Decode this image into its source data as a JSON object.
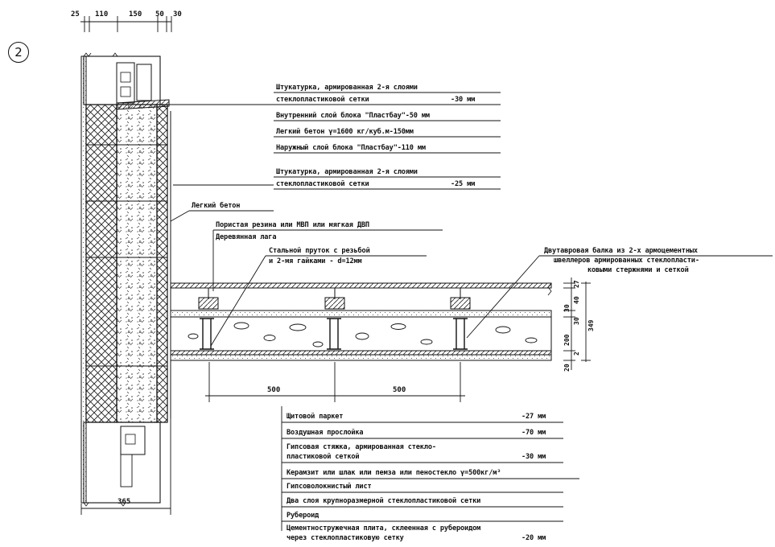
{
  "detail_number": "2",
  "top_dims": [
    "25",
    "110",
    "150",
    "50",
    "30"
  ],
  "wall_width": "365",
  "span_dims": [
    "500",
    "500"
  ],
  "right_dims": [
    "27",
    "40",
    "30",
    "30",
    "200",
    "2",
    "20",
    "349"
  ],
  "wall_layers": [
    {
      "name": "Штукатурка, армированная 2-я слоями",
      "cont": "стеклопластиковой сетки",
      "value": "-30 мм"
    },
    {
      "name": "Внутренний слой блока \"Пластбау\"-50 мм"
    },
    {
      "name": "Легкий бетон γ=1600 кг/куб.м-150мм"
    },
    {
      "name": "Наружный слой блока \"Пластбау\"-110 мм"
    },
    {
      "name": "Штукатурка, армированная 2-я слоями",
      "cont": "стеклопластиковой сетки",
      "value": "-25 мм"
    }
  ],
  "labels": {
    "light_concrete": "Легкий бетон",
    "rubber": "Пористая резина или МВП или мягкая ДВП",
    "lag": "Деревянная лага",
    "rod_1": "Стальной пруток с резьбой",
    "rod_2": "и 2-мя гайками - d=12мм",
    "beam_1": "Двутавровая балка из 2-х армоцементных",
    "beam_2": "швеллеров армированных стеклопласти-",
    "beam_3": "ковыми стержнями и сеткой"
  },
  "floor_layers": [
    {
      "name": "Щитовой паркет",
      "value": "-27 мм"
    },
    {
      "name": "Воздушная прослойка",
      "value": "-70 мм"
    },
    {
      "name": "Гипсовая стяжка, армированная стекло-",
      "cont": "пластиковой сеткой",
      "value": "-30 мм"
    },
    {
      "name": "Керамзит или шлак или пемза или пеностекло γ=500кг/м³"
    },
    {
      "name": "Гипсоволокнистый лист"
    },
    {
      "name": "Два слоя крупноразмерной стеклопластиковой сетки"
    },
    {
      "name": "Рубероид"
    },
    {
      "name": "Цементностружечная плита, склеенная с рубероидом",
      "cont": "через стеклопластиковую сетку",
      "value": "-20 мм"
    }
  ]
}
